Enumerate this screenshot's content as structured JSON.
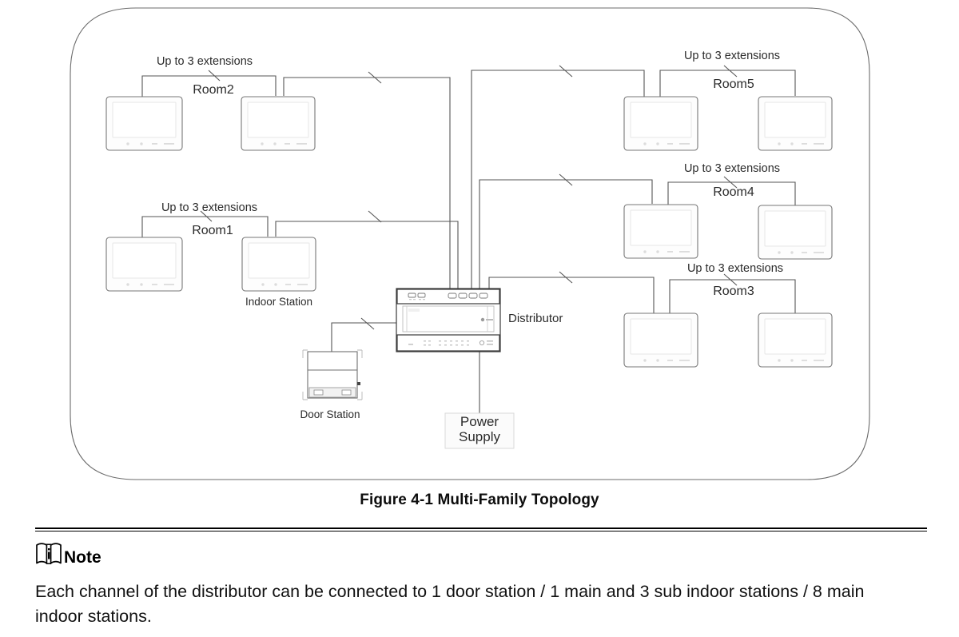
{
  "figure": {
    "caption": "Figure 4-1 Multi-Family Topology",
    "boundary_label": "installation-boundary"
  },
  "colors": {
    "line": "#555555",
    "device_stroke": "#777777",
    "device_fill": "#fdfdfd",
    "screen_stroke": "#e4e4e4",
    "distributor_dark": "#3a3a3a",
    "text": "#2b2b2b",
    "note_text": "#111111",
    "rule": "#000000"
  },
  "labels": {
    "extensions": "Up to 3 extensions",
    "indoor_station": "Indoor Station",
    "door_station": "Door Station",
    "distributor": "Distributor",
    "power_supply_line1": "Power",
    "power_supply_line2": "Supply"
  },
  "rooms": [
    {
      "id": "room2",
      "name": "Room2",
      "extensions_label": "Up to 3 extensions",
      "monitors": 2,
      "side": "left"
    },
    {
      "id": "room1",
      "name": "Room1",
      "extensions_label": "Up to 3 extensions",
      "monitors": 2,
      "side": "left"
    },
    {
      "id": "room5",
      "name": "Room5",
      "extensions_label": "Up to 3 extensions",
      "monitors": 2,
      "side": "right"
    },
    {
      "id": "room4",
      "name": "Room4",
      "extensions_label": "Up to 3 extensions",
      "monitors": 2,
      "side": "right"
    },
    {
      "id": "room3",
      "name": "Room3",
      "extensions_label": "Up to 3 extensions",
      "monitors": 2,
      "side": "right"
    }
  ],
  "devices": {
    "distributor": {
      "label": "Distributor",
      "top_terminals": 6,
      "bottom_terminals": 9
    },
    "door_station": {
      "label": "Door Station"
    },
    "power_supply": {
      "label": "Power Supply"
    }
  },
  "note": {
    "icon": "note-book-info-icon",
    "title": "Note",
    "text": "Each channel of the distributor can be connected to 1 door station / 1 main and 3 sub indoor stations / 8 main indoor stations."
  }
}
